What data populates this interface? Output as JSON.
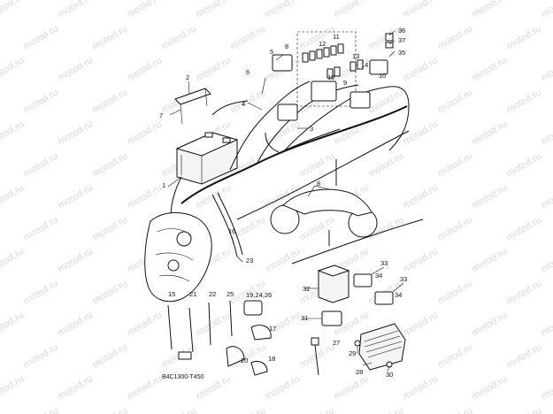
{
  "watermark": {
    "text": "motod.ru"
  },
  "diagram_code": "B4C1300-T450",
  "callouts": [
    "1",
    "2",
    "3",
    "4",
    "5",
    "6",
    "7",
    "8",
    "8",
    "9",
    "10",
    "10",
    "11",
    "12",
    "13",
    "14",
    "15",
    "16",
    "17",
    "18",
    "19,24,26",
    "20",
    "21",
    "22",
    "23",
    "25",
    "27",
    "28",
    "29",
    "30",
    "31",
    "32",
    "33",
    "33",
    "34",
    "34",
    "35",
    "36",
    "37"
  ]
}
